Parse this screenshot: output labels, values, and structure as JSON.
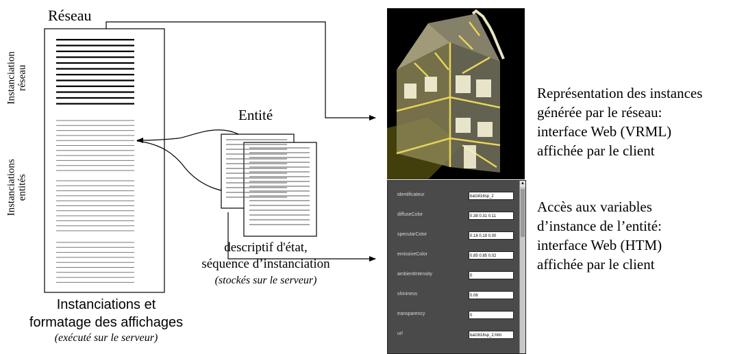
{
  "title_network": "Réseau",
  "vertical_labels": {
    "network_line1": "Instanciation",
    "network_line2": "réseau",
    "entities_line1": "Instanciations",
    "entities_line2": "entités"
  },
  "entity_label": "Entité",
  "state_descriptor": {
    "line1": "descriptif d'état,",
    "line2": "séquence d’instanciation",
    "line3": "(stockés sur le serveur)"
  },
  "instantiations": {
    "line1": "Instanciations et",
    "line2": "formatage des affichages",
    "line3": "(exécuté sur le serveur)"
  },
  "vrml_caption": {
    "line1": "Représentation des instances",
    "line2": "générée par le réseau:",
    "line3": "interface Web (VRML)",
    "line4": "affichée par le client"
  },
  "html_caption": {
    "line1": "Accès aux variables",
    "line2": "d’instance de l’entité:",
    "line3": "interface Web (HTM)",
    "line4": "affichée par le client"
  },
  "variables": [
    {
      "name": "identificateur",
      "value": "bat1616sp_2"
    },
    {
      "name": "diffuseColor",
      "value": "0.38 0.31 0.11"
    },
    {
      "name": "specularColor",
      "value": "0.18 0.19 0.00"
    },
    {
      "name": "emissiveColor",
      "value": "0.85 0.85 0.02"
    },
    {
      "name": "ambientIntensity",
      "value": "0"
    },
    {
      "name": "shininess",
      "value": "0.06"
    },
    {
      "name": "transparency",
      "value": "0"
    },
    {
      "name": "url",
      "value": "bat1616sp_2.htm"
    }
  ],
  "colors": {
    "vrml_background": "#000000",
    "house_yellow": "#e8d45a",
    "panel_background": "#4a4a4a"
  }
}
